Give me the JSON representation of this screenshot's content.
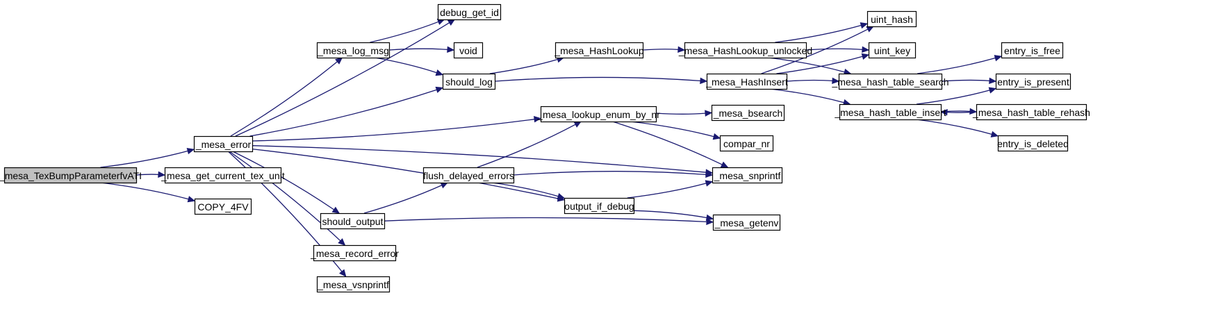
{
  "diagram": {
    "edge_color": "#191970",
    "root_fill": "#bfbfbf",
    "node_fill": "#ffffff",
    "nodes": [
      {
        "id": "root",
        "label": "_mesa_TexBumpParameterfvATI",
        "root": true
      },
      {
        "id": "mesa_error",
        "label": "_mesa_error"
      },
      {
        "id": "get_current_tex_unit",
        "label": "_mesa_get_current_tex_unit"
      },
      {
        "id": "copy_4fv",
        "label": "COPY_4FV"
      },
      {
        "id": "debug_get_id",
        "label": "debug_get_id"
      },
      {
        "id": "log_msg",
        "label": "_mesa_log_msg"
      },
      {
        "id": "void",
        "label": "void"
      },
      {
        "id": "should_log",
        "label": "should_log"
      },
      {
        "id": "should_output",
        "label": "should_output"
      },
      {
        "id": "record_error",
        "label": "_mesa_record_error"
      },
      {
        "id": "vsnprintf",
        "label": "_mesa_vsnprintf"
      },
      {
        "id": "flush_delayed_errors",
        "label": "flush_delayed_errors"
      },
      {
        "id": "hash_lookup",
        "label": "_mesa_HashLookup"
      },
      {
        "id": "lookup_enum_by_nr",
        "label": "_mesa_lookup_enum_by_nr"
      },
      {
        "id": "output_if_debug",
        "label": "output_if_debug"
      },
      {
        "id": "hash_lookup_unlocked",
        "label": "_mesa_HashLookup_unlocked"
      },
      {
        "id": "hash_insert",
        "label": "_mesa_HashInsert"
      },
      {
        "id": "bsearch",
        "label": "_mesa_bsearch"
      },
      {
        "id": "compar_nr",
        "label": "compar_nr"
      },
      {
        "id": "snprintf",
        "label": "_mesa_snprintf"
      },
      {
        "id": "getenv",
        "label": "_mesa_getenv"
      },
      {
        "id": "uint_hash",
        "label": "uint_hash"
      },
      {
        "id": "uint_key",
        "label": "uint_key"
      },
      {
        "id": "hash_table_search",
        "label": "_mesa_hash_table_search"
      },
      {
        "id": "hash_table_insert",
        "label": "_mesa_hash_table_insert"
      },
      {
        "id": "entry_is_free",
        "label": "entry_is_free"
      },
      {
        "id": "entry_is_present",
        "label": "entry_is_present"
      },
      {
        "id": "hash_table_rehash",
        "label": "_mesa_hash_table_rehash"
      },
      {
        "id": "entry_is_deleted",
        "label": "entry_is_deleted"
      }
    ],
    "edges": [
      [
        "root",
        "mesa_error"
      ],
      [
        "root",
        "get_current_tex_unit"
      ],
      [
        "root",
        "copy_4fv"
      ],
      [
        "mesa_error",
        "debug_get_id"
      ],
      [
        "mesa_error",
        "log_msg"
      ],
      [
        "mesa_error",
        "should_log"
      ],
      [
        "mesa_error",
        "lookup_enum_by_nr"
      ],
      [
        "mesa_error",
        "snprintf"
      ],
      [
        "mesa_error",
        "output_if_debug"
      ],
      [
        "mesa_error",
        "should_output"
      ],
      [
        "mesa_error",
        "record_error"
      ],
      [
        "mesa_error",
        "vsnprintf"
      ],
      [
        "log_msg",
        "debug_get_id"
      ],
      [
        "log_msg",
        "void"
      ],
      [
        "log_msg",
        "should_log"
      ],
      [
        "should_log",
        "hash_lookup"
      ],
      [
        "should_log",
        "hash_insert"
      ],
      [
        "hash_lookup",
        "hash_lookup_unlocked"
      ],
      [
        "hash_lookup_unlocked",
        "uint_hash"
      ],
      [
        "hash_lookup_unlocked",
        "uint_key"
      ],
      [
        "hash_lookup_unlocked",
        "hash_table_search"
      ],
      [
        "hash_insert",
        "uint_hash"
      ],
      [
        "hash_insert",
        "uint_key"
      ],
      [
        "hash_insert",
        "hash_table_search"
      ],
      [
        "hash_insert",
        "hash_table_insert"
      ],
      [
        "hash_table_search",
        "entry_is_free"
      ],
      [
        "hash_table_search",
        "entry_is_present"
      ],
      [
        "hash_table_insert",
        "entry_is_present"
      ],
      [
        "hash_table_insert",
        "hash_table_rehash"
      ],
      [
        "hash_table_insert",
        "entry_is_deleted"
      ],
      [
        "hash_table_rehash",
        "hash_table_insert"
      ],
      [
        "lookup_enum_by_nr",
        "bsearch"
      ],
      [
        "lookup_enum_by_nr",
        "compar_nr"
      ],
      [
        "lookup_enum_by_nr",
        "snprintf"
      ],
      [
        "should_output",
        "flush_delayed_errors"
      ],
      [
        "should_output",
        "getenv"
      ],
      [
        "flush_delayed_errors",
        "lookup_enum_by_nr"
      ],
      [
        "flush_delayed_errors",
        "snprintf"
      ],
      [
        "flush_delayed_errors",
        "output_if_debug"
      ],
      [
        "output_if_debug",
        "snprintf"
      ],
      [
        "output_if_debug",
        "getenv"
      ]
    ]
  }
}
